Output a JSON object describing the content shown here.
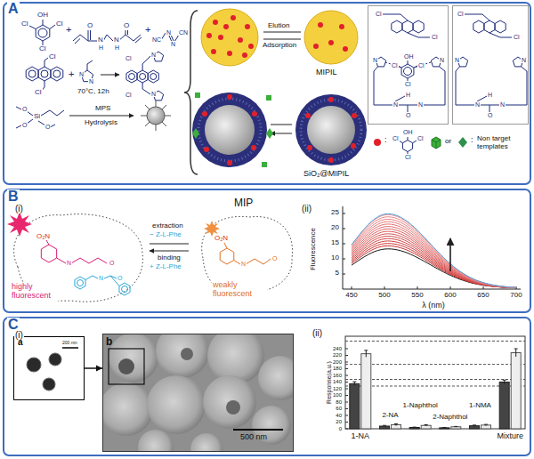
{
  "diagram": {
    "nodes": [
      {
        "text": [
          "A"
        ]
      },
      {
        "text": [
          "Cl",
          "Cl",
          "N",
          "N",
          "Cl",
          "OH",
          "Cl",
          "Cl",
          "H",
          "N",
          "N",
          "O"
        ],
        "in": 0
      },
      {
        "text": [
          "Cl",
          "Cl",
          "N",
          "N",
          "H",
          "N",
          "N",
          "O"
        ],
        "in": 0
      },
      {
        "text": [
          "B"
        ]
      },
      {
        "text": [
          "C"
        ]
      },
      {
        "text": [
          "a",
          "200 nm"
        ],
        "in": 4
      },
      {
        "text": [
          "b",
          "500 nm"
        ],
        "in": 4
      }
    ],
    "edges": [
      {
        "from": 5,
        "to": 6,
        "arrow": "to"
      }
    ],
    "labels": [
      "OH",
      "Cl",
      "Cl",
      "Cl",
      "+",
      "O",
      "N",
      "H",
      "N",
      "H",
      "O",
      "+",
      "NC",
      "N",
      "N",
      "CN",
      "Cl",
      "Cl",
      "+",
      "N",
      "N",
      "70°C, 12h",
      "Cl",
      "N",
      "Cl",
      "N",
      "O",
      "O",
      "Si",
      "O",
      "MPS",
      "Hydrolysis",
      "Elution",
      "Adsorption",
      "MIPIL",
      "SiO₂@MIPIL",
      ":",
      "OH",
      "Cl",
      "Cl",
      "Cl",
      "or",
      ":",
      "Non target templates",
      "(i)",
      "(ii)",
      "extraction",
      "− Z-L-Phe",
      "binding",
      "+ Z-L-Phe",
      "MIP",
      "highly fluorescent",
      "weakly fluorescent",
      "O₂N",
      "N",
      "O",
      "N",
      "O",
      "O₂N",
      "N",
      "O",
      "Fluorescence",
      "5",
      "10",
      "15",
      "20",
      "25",
      "450",
      "500",
      "550",
      "600",
      "650",
      "700",
      "λ (nm)",
      "(i)",
      "(ii)",
      "Response(a.u.)",
      "0",
      "20",
      "40",
      "60",
      "80",
      "100",
      "120",
      "140",
      "160",
      "180",
      "200",
      "220",
      "240",
      "1-NA",
      "2-NA",
      "1-Naphthol",
      "2-Naphthol",
      "1-NMA",
      "Mixture"
    ]
  }
}
